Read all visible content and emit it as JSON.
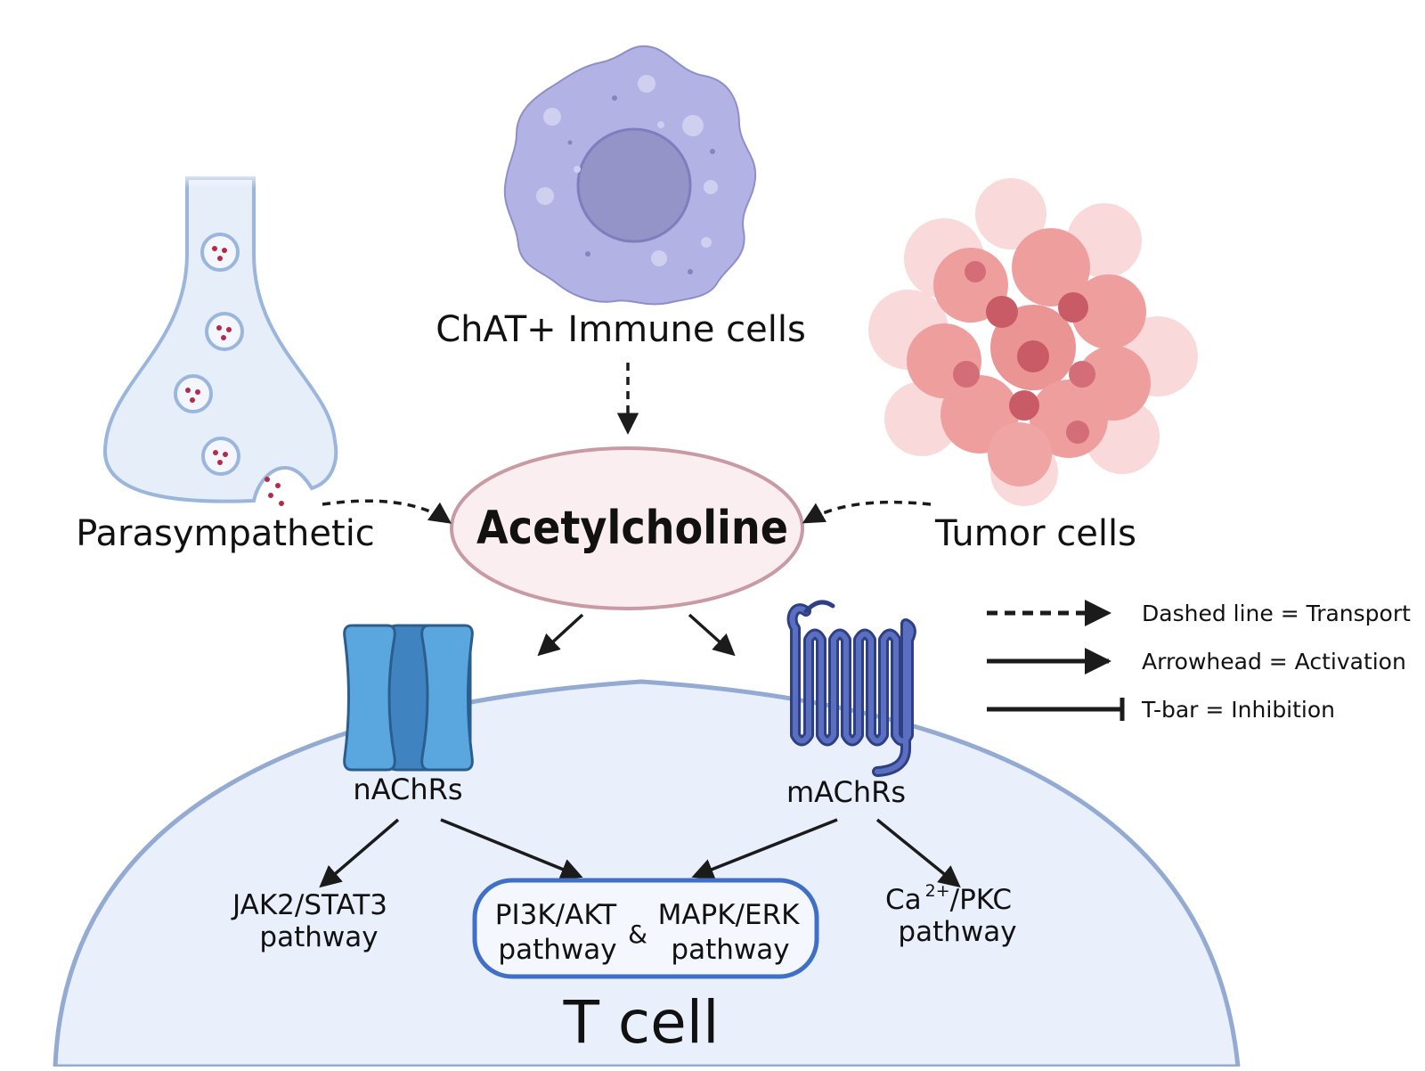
{
  "labels": {
    "immune_cells": "ChAT+ Immune cells",
    "parasympathetic": "Parasympathetic",
    "tumor_cells": "Tumor cells",
    "acetylcholine": "Acetylcholine",
    "nachrs": "nAChRs",
    "machrs": "mAChRs",
    "t_cell": "T cell"
  },
  "pathways": {
    "jak2_line1": "JAK2/STAT3",
    "jak2_line2": "pathway",
    "pi3k_line1": "PI3K/AKT",
    "pi3k_line2": "pathway",
    "ampersand": "&",
    "mapk_line1": "MAPK/ERK",
    "mapk_line2": "pathway",
    "ca_base": "Ca",
    "ca_sup": "2+",
    "ca_rest": "/PKC",
    "ca_line2": "pathway"
  },
  "legend": {
    "dashed": "Dashed line = Transport",
    "arrowhead": "Arrowhead = Activation",
    "tbar": "T-bar = Inhibition"
  },
  "colors": {
    "tcell_fill": "#e9f0fb",
    "tcell_stroke": "#93aad3",
    "ach_fill": "#fbeef0",
    "ach_stroke": "#c89aa3",
    "immune_fill": "#b3b2e4",
    "immune_nucleus": "#9594c9",
    "nachr_outer": "#5aa6de",
    "nachr_inner": "#3f84c1",
    "machr_stroke": "#34468f",
    "machr_fill": "#5b6fc0",
    "tumor_cell": "#eb9494",
    "tumor_nucleus": "#c85b66",
    "neuron_fill": "#e6eef9",
    "neuron_stroke": "#9bb6dc",
    "vesicle_dot": "#b52a45",
    "box_stroke": "#3f6fc6",
    "arrow": "#1b1b1b"
  }
}
